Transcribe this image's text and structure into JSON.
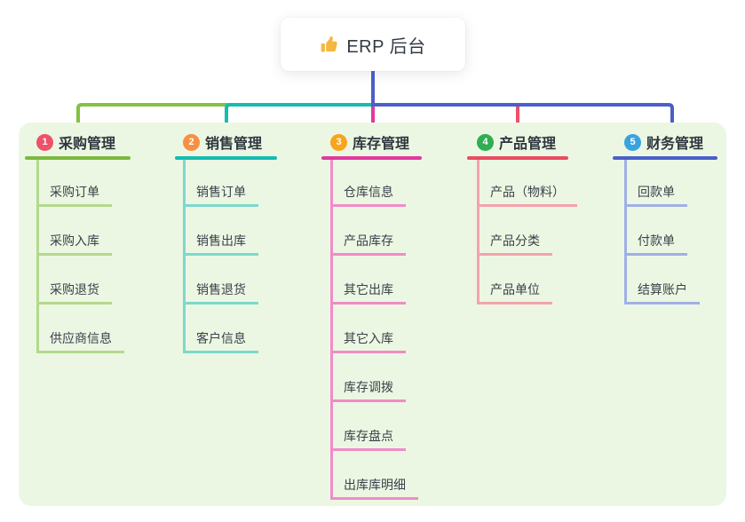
{
  "root": {
    "title": "ERP 后台",
    "icon": "thumbs-up-icon",
    "icon_color": "#f4b73f"
  },
  "panel_color": "#ecf7e3",
  "branches": [
    {
      "number": "1",
      "label": "采购管理",
      "colors": {
        "badge": "#ef5168",
        "line": "#7cb93e",
        "sub_line": "#b3d98d",
        "connector": "#85c143"
      },
      "children": [
        "采购订单",
        "采购入库",
        "采购退货",
        "供应商信息"
      ]
    },
    {
      "number": "2",
      "label": "销售管理",
      "colors": {
        "badge": "#f78f42",
        "line": "#14bdb0",
        "sub_line": "#7cd9cb",
        "connector": "#14bdb0"
      },
      "children": [
        "销售订单",
        "销售出库",
        "销售退货",
        "客户信息"
      ]
    },
    {
      "number": "3",
      "label": "库存管理",
      "colors": {
        "badge": "#f8a41f",
        "line": "#e0399f",
        "sub_line": "#f08cc7",
        "connector": "#e0399f"
      },
      "children": [
        "仓库信息",
        "产品库存",
        "其它出库",
        "其它入库",
        "库存调拨",
        "库存盘点",
        "出库库明细"
      ]
    },
    {
      "number": "4",
      "label": "产品管理",
      "colors": {
        "badge": "#2fae52",
        "line": "#ea4b61",
        "sub_line": "#f5a2ad",
        "connector": "#ef5066"
      },
      "children": [
        "产品（物料）",
        "产品分类",
        "产品单位"
      ]
    },
    {
      "number": "5",
      "label": "财务管理",
      "colors": {
        "badge": "#38a3df",
        "line": "#4a5fc9",
        "sub_line": "#9fb0e5",
        "connector": "#4a5fc9"
      },
      "children": [
        "回款单",
        "付款单",
        "结算账户"
      ]
    }
  ]
}
